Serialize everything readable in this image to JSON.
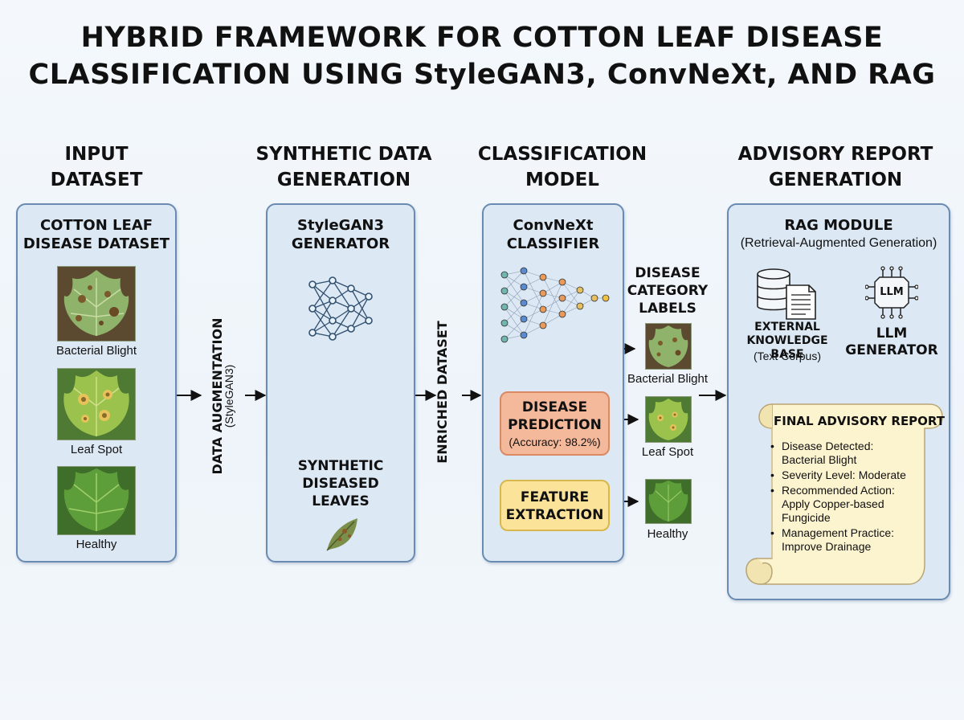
{
  "title": {
    "line1": "HYBRID FRAMEWORK FOR COTTON LEAF DISEASE",
    "line2": "CLASSIFICATION USING StyleGAN3, ConvNeXt, AND RAG"
  },
  "columns": {
    "input": "INPUT\nDATASET",
    "synthetic": "SYNTHETIC DATA\nGENERATION",
    "classification": "CLASSIFICATION\nMODEL",
    "advisory": "ADVISORY REPORT\nGENERATION"
  },
  "input_panel": {
    "title": "COTTON LEAF\nDISEASE DATASET",
    "images": [
      {
        "caption": "Bacterial Blight"
      },
      {
        "caption": "Leaf Spot"
      },
      {
        "caption": "Healthy"
      }
    ]
  },
  "augmentation": {
    "label": "DATA AUGMENTATION",
    "sub": "(StyleGAN3)"
  },
  "gan_panel": {
    "title": "StyleGAN3\nGENERATOR",
    "output": "SYNTHETIC\nDISEASED\nLEAVES"
  },
  "enriched": {
    "label": "ENRICHED DATASET"
  },
  "classifier_panel": {
    "title": "ConvNeXt\nCLASSIFIER",
    "prediction": {
      "title": "DISEASE\nPREDICTION",
      "accuracy": "(Accuracy: 98.2%)"
    },
    "feature": "FEATURE\nEXTRACTION"
  },
  "categories": {
    "title": "DISEASE\nCATEGORY\nLABELS",
    "items": [
      {
        "label": "Bacterial Blight"
      },
      {
        "label": "Leaf Spot"
      },
      {
        "label": "Healthy"
      }
    ]
  },
  "rag_panel": {
    "title": "RAG MODULE",
    "subtitle": "(Retrieval-Augmented Generation)",
    "kb_label": "EXTERNAL\nKNOWLEDGE BASE",
    "kb_sub": "(Text Corpus)",
    "llm_icon_text": "LLM",
    "llm_label": "LLM\nGENERATOR"
  },
  "report": {
    "title": "FINAL ADVISORY REPORT",
    "items": [
      "Disease Detected:\nBacterial Blight",
      "Severity Level: Moderate",
      "Recommended Action:\nApply Copper-based\nFungicide",
      "Management Practice:\nImprove Drainage"
    ]
  },
  "colors": {
    "panel_bg": "#dce8f4",
    "panel_border": "#6a8bb1",
    "prediction_box": "#f4b89a",
    "feature_box": "#fbe49a",
    "report_paper": "#fcf3cf"
  }
}
